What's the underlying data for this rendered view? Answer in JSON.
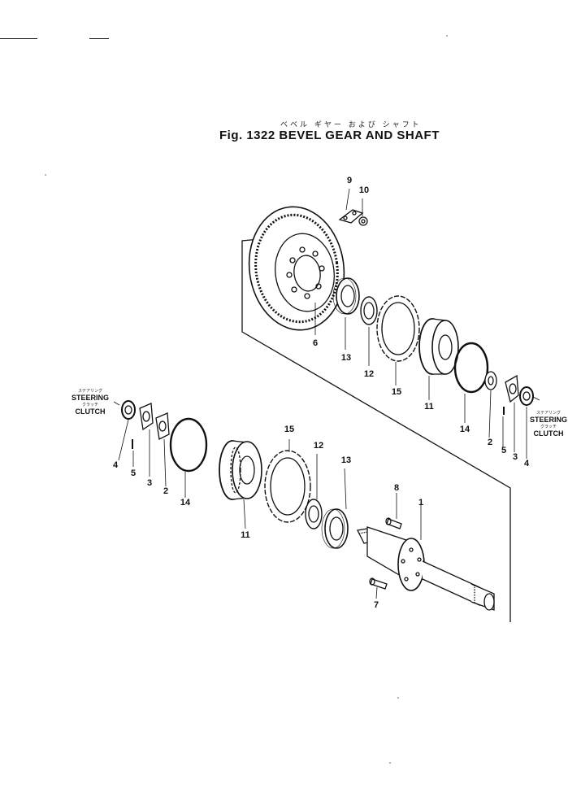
{
  "figure": {
    "title_kana": "ベベル ギヤー および シャフト",
    "title": "Fig. 1322 BEVEL GEAR AND SHAFT"
  },
  "callouts": {
    "p1": "1",
    "p2a": "2",
    "p2b": "2",
    "p3a": "3",
    "p3b": "3",
    "p4a": "4",
    "p4b": "4",
    "p5a": "5",
    "p5b": "5",
    "p6": "6",
    "p7": "7",
    "p8": "8",
    "p9": "9",
    "p10": "10",
    "p11a": "11",
    "p11b": "11",
    "p12a": "12",
    "p12b": "12",
    "p13a": "13",
    "p13b": "13",
    "p14a": "14",
    "p14b": "14",
    "p15a": "15",
    "p15b": "15"
  },
  "side_labels": {
    "left": {
      "kana_top": "ステアリング",
      "steering": "STEERING",
      "kana_mid": "クラッチ",
      "clutch": "CLUTCH"
    },
    "right": {
      "kana_top": "ステアリング",
      "steering": "STEERING",
      "kana_mid": "クラッチ",
      "clutch": "CLUTCH"
    }
  }
}
